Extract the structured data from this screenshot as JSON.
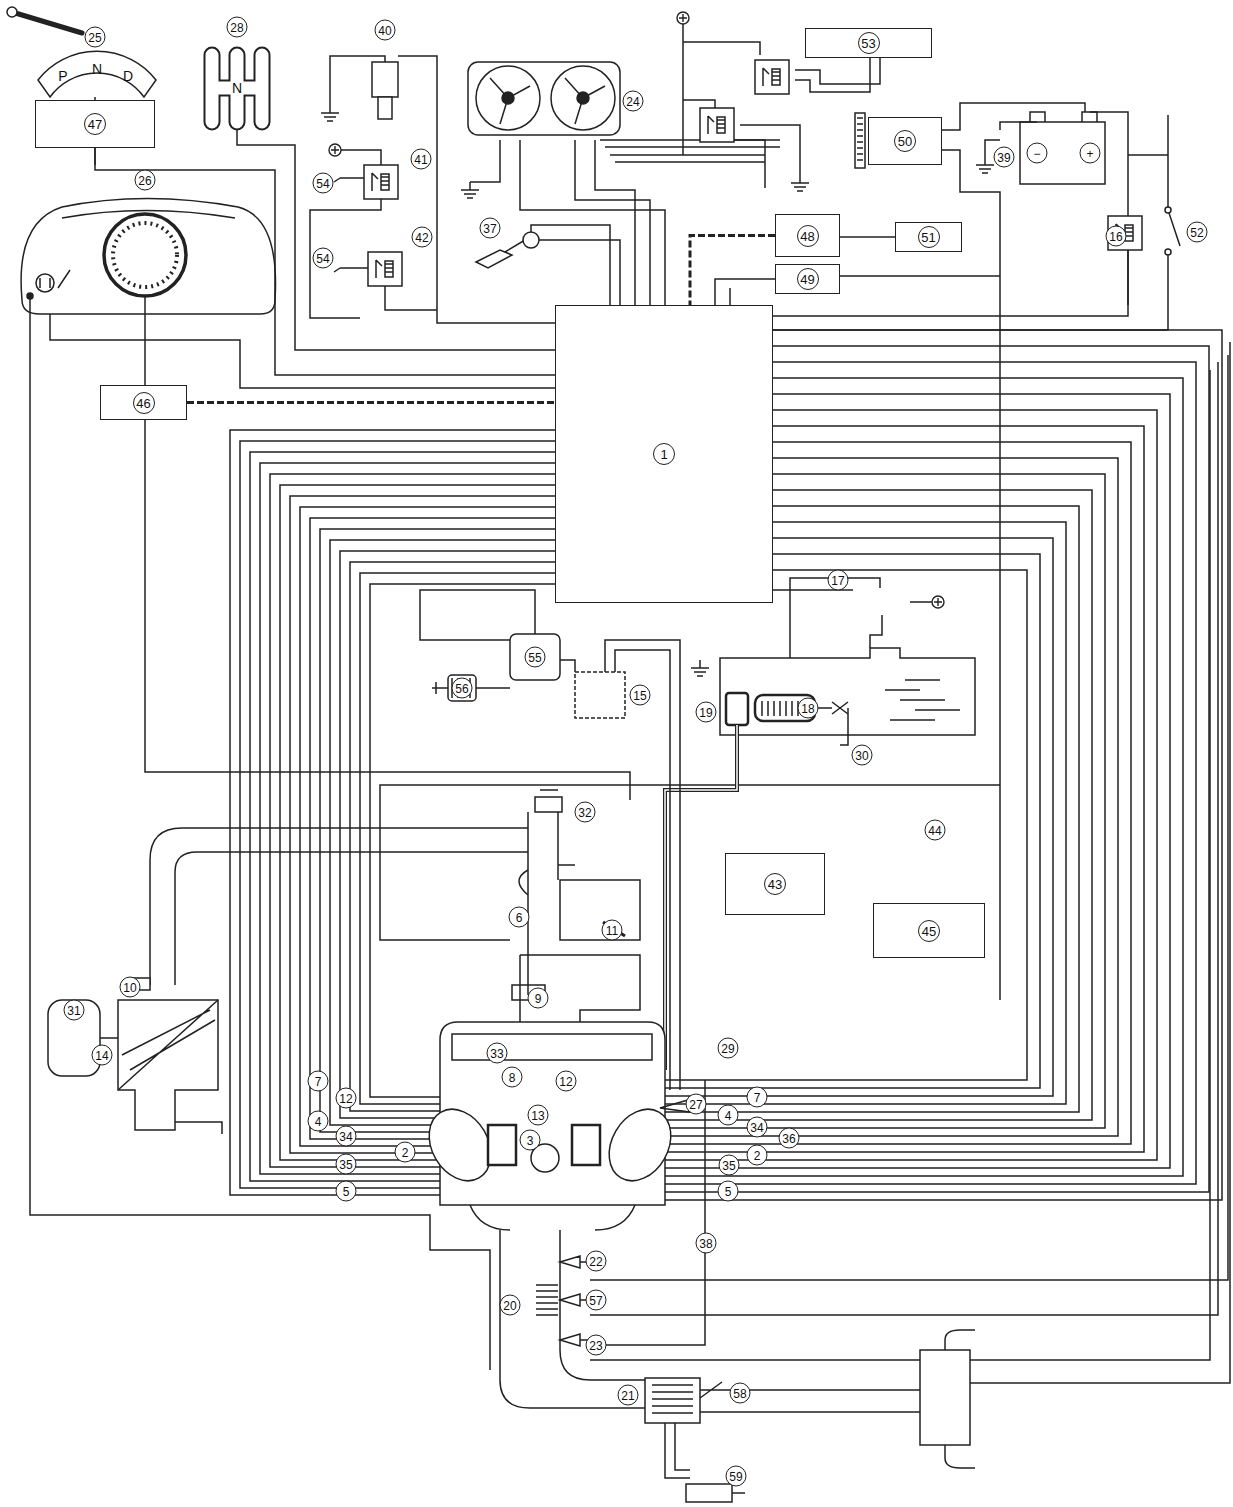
{
  "diagram": {
    "nodes": [
      {
        "text": [
          "53"
        ]
      },
      {
        "text": [
          "47"
        ]
      },
      {
        "text": [
          "50"
        ]
      },
      {
        "text": [
          "48"
        ]
      },
      {
        "text": [
          "51"
        ]
      },
      {
        "text": [
          "49"
        ]
      },
      {
        "text": [
          "1"
        ]
      },
      {
        "text": [
          "46"
        ]
      },
      {
        "text": [
          "43"
        ]
      },
      {
        "text": [
          "45"
        ]
      }
    ],
    "edges": [
      {
        "from": 1,
        "to": 6,
        "arrow": "none"
      },
      {
        "from": 3,
        "to": 4,
        "arrow": "none"
      },
      {
        "from": 3,
        "to": 6,
        "arrow": "none"
      },
      {
        "from": 5,
        "to": 6,
        "arrow": "none"
      },
      {
        "from": 7,
        "to": 6,
        "arrow": "none"
      }
    ],
    "labels": [
      "25",
      "P",
      "N",
      "D",
      "28",
      "N",
      "40",
      "24",
      "26",
      "41",
      "54",
      "42",
      "54",
      "37",
      "−",
      "+",
      "39",
      "16",
      "52",
      "17",
      "55",
      "56",
      "15",
      "19",
      "18",
      "30",
      "32",
      "44",
      "6",
      "11",
      "10",
      "9",
      "31",
      "14",
      "33",
      "29",
      "7",
      "8",
      "12",
      "7",
      "12",
      "27",
      "4",
      "4",
      "13",
      "34",
      "34",
      "36",
      "3",
      "2",
      "2",
      "35",
      "35",
      "5",
      "5",
      "38",
      "22",
      "57",
      "20",
      "23",
      "21",
      "58",
      "59"
    ]
  }
}
